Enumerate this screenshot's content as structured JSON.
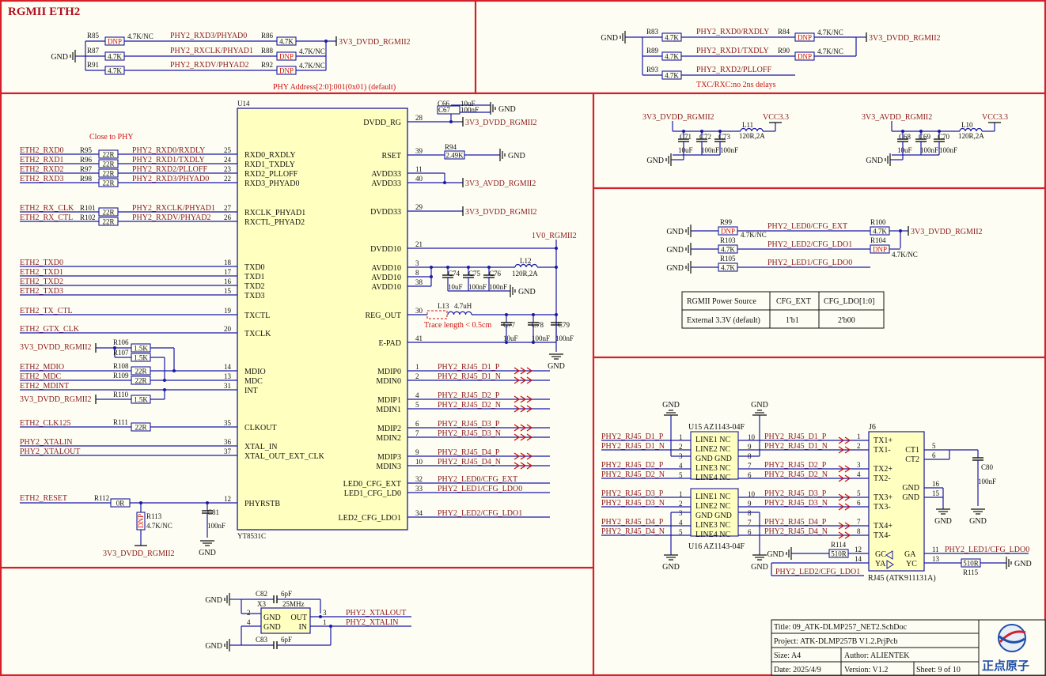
{
  "sheet": {
    "title": "RGMII ETH2",
    "phy_address_note": "PHY Address[2:0]:001(0x01) (default)",
    "txc_note": "TXC/RXC:no 2ns delays",
    "close_to_phy": "Close to PHY",
    "trace_note": "Trace length < 0.5cm",
    "colors": {
      "border": "#d4202a",
      "wire": "#1a1aa8",
      "net": "#8b1a1a",
      "comp": "#1a1a9e",
      "chip_fill": "#ffffc0",
      "text": "#111111",
      "dnp": "#cc1111"
    }
  },
  "strap_left": {
    "gnd": "GND",
    "power": "3V3_DVDD_RGMII2",
    "rows": [
      {
        "ref": "R85",
        "val": "DNP",
        "note": "4.7K/NC",
        "net": "PHY2_RXD3/PHYAD0",
        "ref2": "R86",
        "val2": "4.7K",
        "note2": ""
      },
      {
        "ref": "R87",
        "val": "4.7K",
        "note": "",
        "net": "PHY2_RXCLK/PHYAD1",
        "ref2": "R88",
        "val2": "DNP",
        "note2": "4.7K/NC"
      },
      {
        "ref": "R91",
        "val": "4.7K",
        "note": "",
        "net": "PHY2_RXDV/PHYAD2",
        "ref2": "R92",
        "val2": "DNP",
        "note2": "4.7K/NC"
      }
    ]
  },
  "strap_right": {
    "gnd": "GND",
    "power": "3V3_DVDD_RGMII2",
    "rows": [
      {
        "ref": "R83",
        "val": "4.7K",
        "net": "PHY2_RXD0/RXDLY",
        "ref2": "R84",
        "val2": "DNP",
        "note2": "4.7K/NC"
      },
      {
        "ref": "R89",
        "val": "4.7K",
        "net": "PHY2_RXD1/TXDLY",
        "ref2": "R90",
        "val2": "DNP",
        "note2": "4.7K/NC"
      },
      {
        "ref": "R93",
        "val": "4.7K",
        "net": "PHY2_RXD2/PLLOFF",
        "ref2": "",
        "val2": "",
        "note2": ""
      }
    ]
  },
  "u14": {
    "ref": "U14",
    "part": "YT8531C",
    "left_pins": [
      {
        "name": "RXD0_RXDLY",
        "num": "25"
      },
      {
        "name": "RXD1_TXDLY",
        "num": "24"
      },
      {
        "name": "RXD2_PLLOFF",
        "num": "23"
      },
      {
        "name": "RXD3_PHYAD0",
        "num": "22"
      },
      {
        "name": "RXCLK_PHYAD1",
        "num": "27"
      },
      {
        "name": "RXCTL_PHYAD2",
        "num": "26"
      },
      {
        "name": "TXD0",
        "num": "18"
      },
      {
        "name": "TXD1",
        "num": "17"
      },
      {
        "name": "TXD2",
        "num": "16"
      },
      {
        "name": "TXD3",
        "num": "15"
      },
      {
        "name": "TXCTL",
        "num": "19"
      },
      {
        "name": "TXCLK",
        "num": "20"
      },
      {
        "name": "MDIO",
        "num": "14"
      },
      {
        "name": "MDC",
        "num": "13"
      },
      {
        "name": "INT",
        "num": "31"
      },
      {
        "name": "CLKOUT",
        "num": "35"
      },
      {
        "name": "XTAL_IN",
        "num": "36"
      },
      {
        "name": "XTAL_OUT_EXT_CLK",
        "num": "37"
      },
      {
        "name": "PHYRSTB",
        "num": "12"
      }
    ],
    "right_pins": [
      {
        "name": "DVDD_RG",
        "num": "28"
      },
      {
        "name": "RSET",
        "num": "39"
      },
      {
        "name": "AVDD33",
        "num": "11"
      },
      {
        "name": "AVDD33",
        "num": "40"
      },
      {
        "name": "DVDD33",
        "num": "29"
      },
      {
        "name": "DVDD10",
        "num": "21"
      },
      {
        "name": "AVDD10",
        "num": "3"
      },
      {
        "name": "AVDD10",
        "num": "8"
      },
      {
        "name": "AVDD10",
        "num": "38"
      },
      {
        "name": "REG_OUT",
        "num": "30"
      },
      {
        "name": "E-PAD",
        "num": "41"
      },
      {
        "name": "MDIP0",
        "num": "1"
      },
      {
        "name": "MDIN0",
        "num": "2"
      },
      {
        "name": "MDIP1",
        "num": "4"
      },
      {
        "name": "MDIN1",
        "num": "5"
      },
      {
        "name": "MDIP2",
        "num": "6"
      },
      {
        "name": "MDIN2",
        "num": "7"
      },
      {
        "name": "MDIP3",
        "num": "9"
      },
      {
        "name": "MDIN3",
        "num": "10"
      },
      {
        "name": "LED0_CFG_EXT",
        "num": "32"
      },
      {
        "name": "LED1_CFG_LD0",
        "num": "33"
      },
      {
        "name": "LED2_CFG_LDO1",
        "num": "34"
      }
    ]
  },
  "left_nets": [
    {
      "net": "ETH2_RXD0",
      "ref": "R95",
      "val": "22R",
      "phy": "PHY2_RXD0/RXDLY"
    },
    {
      "net": "ETH2_RXD1",
      "ref": "R96",
      "val": "22R",
      "phy": "PHY2_RXD1/TXDLY"
    },
    {
      "net": "ETH2_RXD2",
      "ref": "R97",
      "val": "22R",
      "phy": "PHY2_RXD2/PLLOFF"
    },
    {
      "net": "ETH2_RXD3",
      "ref": "R98",
      "val": "22R",
      "phy": "PHY2_RXD3/PHYAD0"
    },
    {
      "net": "ETH2_RX_CLK",
      "ref": "R101",
      "val": "22R",
      "phy": "PHY2_RXCLK/PHYAD1"
    },
    {
      "net": "ETH2_RX_CTL",
      "ref": "R102",
      "val": "22R",
      "phy": "PHY2_RXDV/PHYAD2"
    }
  ],
  "tx_nets": [
    "ETH2_TXD0",
    "ETH2_TXD1",
    "ETH2_TXD2",
    "ETH2_TXD3",
    "ETH2_TX_CTL",
    "ETH2_GTX_CLK"
  ],
  "mdio": {
    "pwr1": "3V3_DVDD_RGMII2",
    "r106": "R106",
    "r106v": "1.5K",
    "r107": "R107",
    "r107v": "1.5K",
    "mdio": "ETH2_MDIO",
    "r108": "R108",
    "r108v": "22R",
    "mdc": "ETH2_MDC",
    "r109": "R109",
    "r109v": "22R",
    "mdint": "ETH2_MDINT",
    "pwr2": "3V3_DVDD_RGMII2",
    "r110": "R110",
    "r110v": "1.5K",
    "clk125": "ETH2_CLK125",
    "r111": "R111",
    "r111v": "22R",
    "xtalin": "PHY2_XTALIN",
    "xtalout": "PHY2_XTALOUT",
    "reset": "ETH2_RESET",
    "r112": "R112",
    "r112v": "0R",
    "r113": "R113",
    "r113v": "DNP",
    "r113n": "4.7K/NC",
    "c81": "C81",
    "c81v": "100nF",
    "pwr3": "3V3_DVDD_RGMII2",
    "gnd": "GND"
  },
  "right_power": {
    "c66": "C66",
    "c66v": "10uF",
    "c67": "C67",
    "c67v": "100nF",
    "gnd": "GND",
    "dvdd_rg": "3V3_DVDD_RGMII2",
    "r94": "R94",
    "r94v": "2.49K",
    "avdd33": "3V3_AVDD_RGMII2",
    "dvdd33": "3V3_DVDD_RGMII2",
    "v1": "1V0_RGMII2",
    "c74": "C74",
    "c74v": "10uF",
    "c75": "C75",
    "c75v": "100nF",
    "c76": "C76",
    "c76v": "100nF",
    "l12": "L12",
    "l12v": "120R,2A",
    "l13": "L13",
    "l13v": "4.7uH",
    "c77": "C77",
    "c77v": "10uF",
    "c78": "C78",
    "c78v": "100nF",
    "c79": "C79",
    "c79v": "100nF"
  },
  "mdi_nets": [
    "PHY2_RJ45_D1_P",
    "PHY2_RJ45_D1_N",
    "PHY2_RJ45_D2_P",
    "PHY2_RJ45_D2_N",
    "PHY2_RJ45_D3_P",
    "PHY2_RJ45_D3_N",
    "PHY2_RJ45_D4_P",
    "PHY2_RJ45_D4_N"
  ],
  "led_nets": [
    "PHY2_LED0/CFG_EXT",
    "PHY2_LED1/CFG_LDO0",
    "PHY2_LED2/CFG_LDO1"
  ],
  "filters": {
    "f1": {
      "pwr": "3V3_DVDD_RGMII2",
      "vcc": "VCC3.3",
      "gnd": "GND",
      "c1": "C71",
      "c1v": "10uF",
      "c2": "C72",
      "c2v": "100nF",
      "c3": "C73",
      "c3v": "100nF",
      "l": "L11",
      "lv": "120R,2A"
    },
    "f2": {
      "pwr": "3V3_AVDD_RGMII2",
      "vcc": "VCC3.3",
      "gnd": "GND",
      "c1": "C68",
      "c1v": "10uF",
      "c2": "C69",
      "c2v": "100nF",
      "c3": "C70",
      "c3v": "100nF",
      "l": "L10",
      "lv": "120R,2A"
    }
  },
  "led_cfg": {
    "gnd": "GND",
    "power": "3V3_DVDD_RGMII2",
    "r99": "R99",
    "r99v": "DNP",
    "r99n": "4.7K/NC",
    "net0": "PHY2_LED0/CFG_EXT",
    "r100": "R100",
    "r100v": "4.7K",
    "r103": "R103",
    "r103v": "4.7K",
    "net2": "PHY2_LED2/CFG_LDO1",
    "r104": "R104",
    "r104v": "DNP",
    "r104n": "4.7K/NC",
    "r105": "R105",
    "r105v": "4.7K",
    "net1": "PHY2_LED1/CFG_LDO0",
    "table": {
      "headers": [
        "RGMII Power Source",
        "CFG_EXT",
        "CFG_LDO[1:0]"
      ],
      "row": [
        "External 3.3V (default)",
        "1'b1",
        "2'b00"
      ]
    }
  },
  "xtal": {
    "gnd": "GND",
    "c82": "C82",
    "c82v": "6pF",
    "x3": "X3",
    "freq": "25MHz",
    "c83": "C83",
    "c83v": "6pF",
    "pins": [
      "GND",
      "GND",
      "OUT",
      "IN"
    ],
    "pnums": [
      "2",
      "4",
      "3",
      "1"
    ],
    "out": "PHY2_XTALOUT",
    "in": "PHY2_XTALIN"
  },
  "rj45": {
    "u15": "U15 AZ1143-04F",
    "u16": "U16 AZ1143-04F",
    "j6": "J6",
    "part": "RJ45 (ATK911131A)",
    "esd_pins": [
      "LINE1 NC",
      "LINE2 NC",
      "GND GND",
      "LINE3 NC",
      "LINE4 NC"
    ],
    "jpins": [
      "TX1+",
      "TX1-",
      "TX2+",
      "TX2-",
      "TX3+",
      "TX3-",
      "TX4+",
      "TX4-"
    ],
    "jpins_r": [
      "CT1",
      "CT2",
      "GND",
      "GND"
    ],
    "c80": "C80",
    "c80v": "100nF",
    "r114": "R114",
    "r114v": "510R",
    "r115": "R115",
    "r115v": "510R",
    "gc": "GC",
    "ga": "GA",
    "ya": "YA",
    "yc": "YC",
    "led1": "PHY2_LED1/CFG_LDO0",
    "led2": "PHY2_LED2/CFG_LDO1",
    "gnd": "GND"
  },
  "titleblock": {
    "title": "Title: 09_ATK-DLMP257_NET2.SchDoc",
    "project": "Project: ATK-DLMP257B V1.2.PrjPcb",
    "size": "Size: A4",
    "author": "Author: ALIENTEK",
    "date": "Date: 2025/4/9",
    "version": "Version: V1.2",
    "sheet": "Sheet: 9 of 10",
    "logo_text": "正点原子"
  }
}
